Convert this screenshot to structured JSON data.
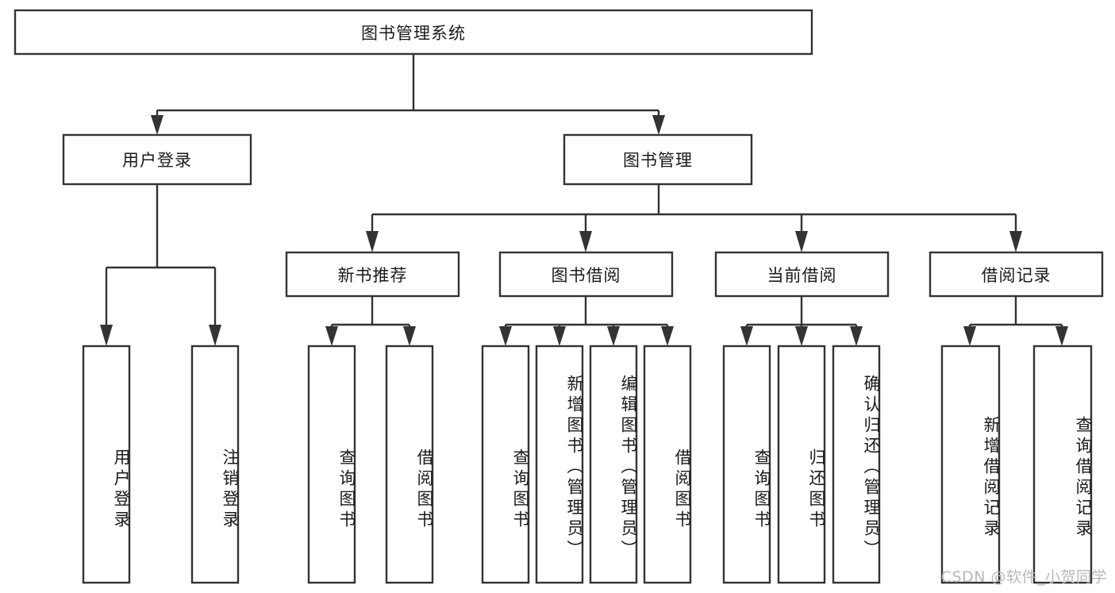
{
  "diagram": {
    "title_node": {
      "label": "图书管理系统"
    },
    "level2": [
      {
        "id": "user-login",
        "label": "用户登录"
      },
      {
        "id": "book-management",
        "label": "图书管理"
      }
    ],
    "level3": [
      {
        "id": "new-book-recommend",
        "label": "新书推荐"
      },
      {
        "id": "book-borrow",
        "label": "图书借阅"
      },
      {
        "id": "current-borrow",
        "label": "当前借阅"
      },
      {
        "id": "borrow-record",
        "label": "借阅记录"
      }
    ],
    "leaves": [
      {
        "id": "leaf-user-login",
        "label": "用户登录",
        "parent": "user-login"
      },
      {
        "id": "leaf-logout-login",
        "label": "注销登录",
        "parent": "user-login"
      },
      {
        "id": "leaf-query-book-1",
        "label": "查询图书",
        "parent": "new-book-recommend"
      },
      {
        "id": "leaf-borrow-book-1",
        "label": "借阅图书",
        "parent": "new-book-recommend"
      },
      {
        "id": "leaf-query-book-2",
        "label": "查询图书",
        "parent": "book-borrow"
      },
      {
        "id": "leaf-add-book-admin",
        "label": "新增图书（管理员）",
        "parent": "book-borrow"
      },
      {
        "id": "leaf-edit-book-admin",
        "label": "编辑图书（管理员）",
        "parent": "book-borrow"
      },
      {
        "id": "leaf-borrow-book-2",
        "label": "借阅图书",
        "parent": "book-borrow"
      },
      {
        "id": "leaf-query-book-3",
        "label": "查询图书",
        "parent": "current-borrow"
      },
      {
        "id": "leaf-return-book",
        "label": "归还图书",
        "parent": "current-borrow"
      },
      {
        "id": "leaf-confirm-return-admin",
        "label": "确认归还（管理员）",
        "parent": "current-borrow"
      },
      {
        "id": "leaf-add-borrow-record",
        "label": "新增借阅记录",
        "parent": "borrow-record"
      },
      {
        "id": "leaf-query-borrow-record",
        "label": "查询借阅记录",
        "parent": "borrow-record"
      }
    ],
    "watermark": "CSDN @软件_小贺同学",
    "colors": {
      "stroke": "#333333",
      "fill": "#ffffff",
      "text": "#1a1a1a",
      "watermark": "#b8b8b8"
    }
  }
}
